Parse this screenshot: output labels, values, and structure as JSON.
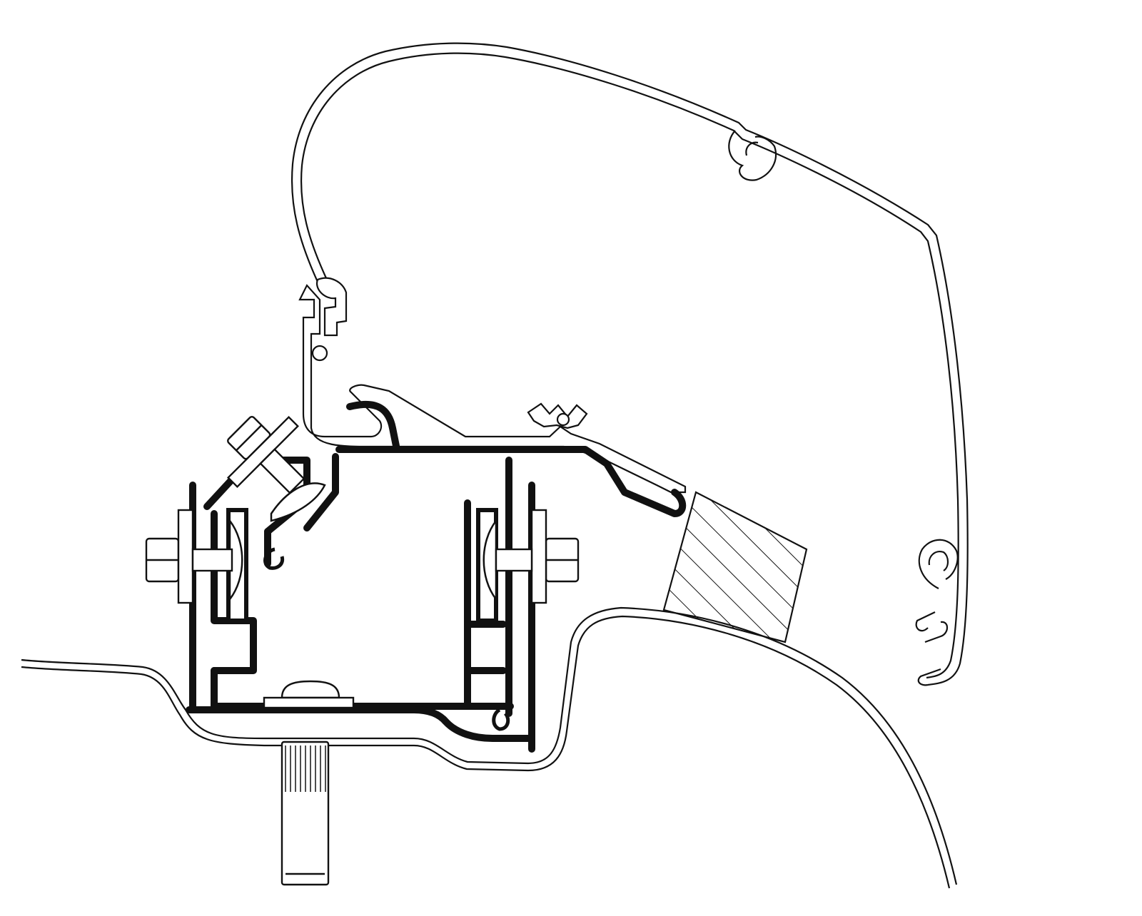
{
  "figure": {
    "kind": "technical cross-section line drawing",
    "text": [],
    "colors": {
      "background": "#ffffff",
      "ink": "#111111",
      "fill_dark": "#111111",
      "fill_light": "#ffffff"
    },
    "parts": [
      "awning-case-profile",
      "wall-rail-profile",
      "adapter-bracket-profile",
      "vehicle-roof-panel",
      "vehicle-body-curve",
      "hatched-spacer-block",
      "bolt-nut-assemblies",
      "roof-stud-bolt"
    ]
  }
}
